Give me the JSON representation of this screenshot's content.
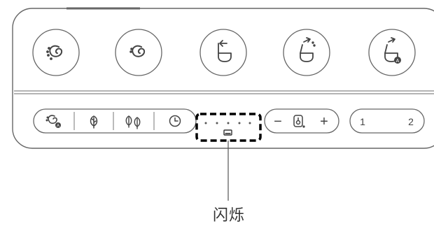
{
  "panel": {
    "top_buttons": [
      {
        "icon": "swirl-dotted-icon"
      },
      {
        "icon": "swirl-icon"
      },
      {
        "icon": "toilet-lid-open-icon"
      },
      {
        "icon": "toilet-lid-spray-icon"
      },
      {
        "icon": "toilet-auto-icon"
      }
    ],
    "mode_buttons": [
      {
        "icon": "swirl-auto-icon"
      },
      {
        "icon": "leaf-icon"
      },
      {
        "icon": "double-leaf-icon"
      },
      {
        "icon": "clock-icon"
      }
    ],
    "level_indicator": {
      "dot_count": 5,
      "state_icon": "battery-icon"
    },
    "temperature_control": {
      "minus_label": "−",
      "plus_label": "+",
      "icon": "water-temperature-icon"
    },
    "user_selector": {
      "left_label": "1",
      "right_label": "2"
    },
    "callout": {
      "label": "闪烁"
    },
    "colors": {
      "outline": "#555555",
      "text": "#333333",
      "highlight_border": "#000000",
      "background": "#ffffff"
    }
  }
}
